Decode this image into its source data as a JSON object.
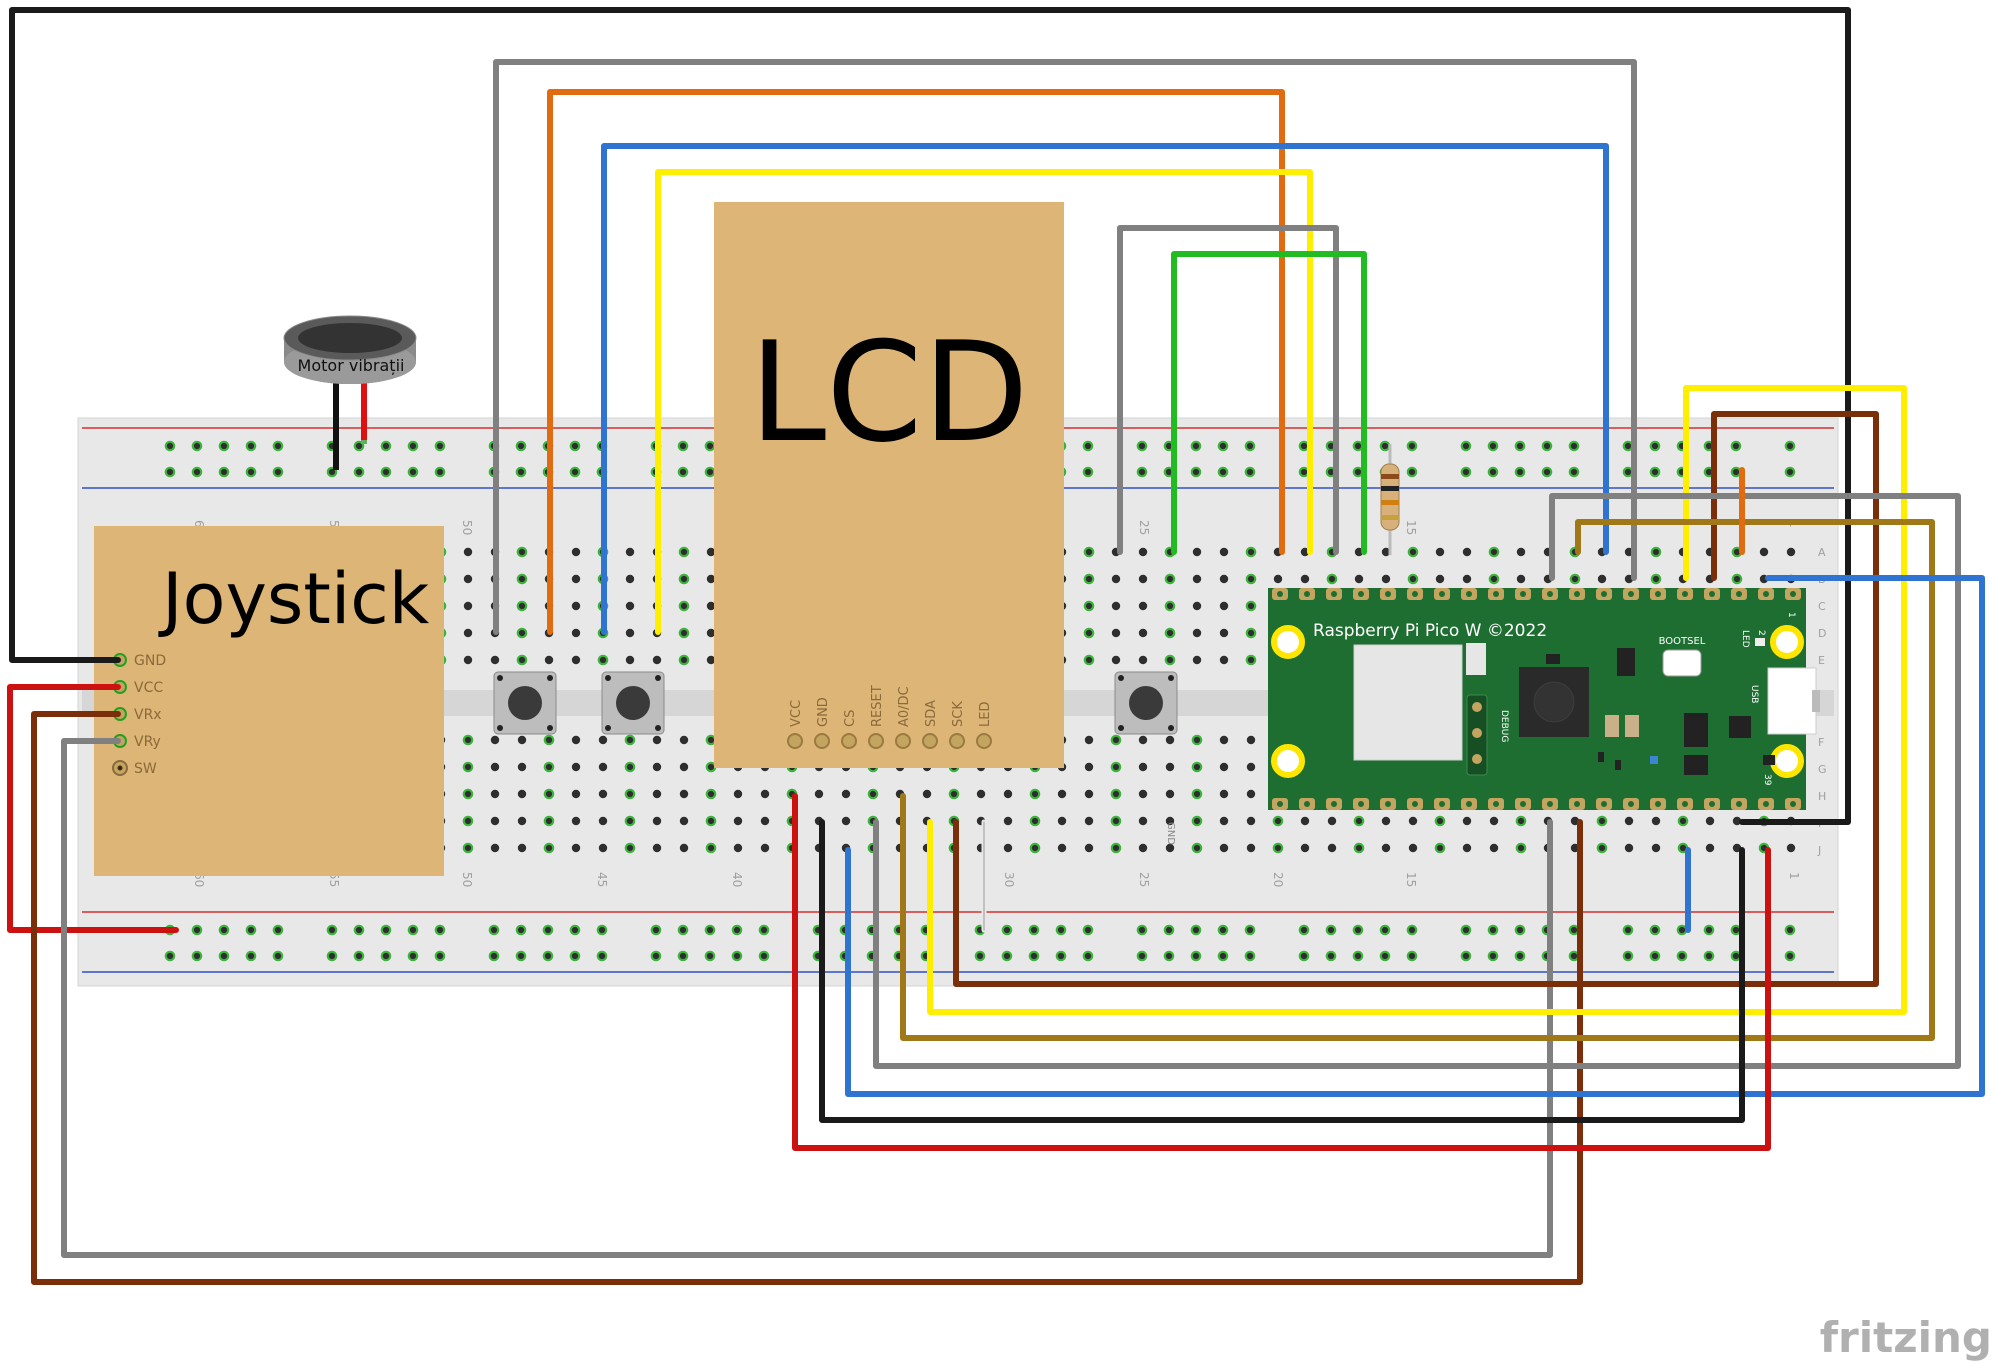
{
  "lcd": {
    "title": "LCD",
    "pins": [
      "VCC",
      "GND",
      "CS",
      "RESET",
      "A0/DC",
      "SDA",
      "SCK",
      "LED"
    ]
  },
  "joystick": {
    "title": "Joystick",
    "pins": [
      "GND",
      "VCC",
      "VRx",
      "VRy",
      "SW"
    ]
  },
  "motor": {
    "label": "Motor vibrații"
  },
  "pico": {
    "title": "Raspberry Pi Pico W ©2022",
    "bootsel": "BOOTSEL",
    "debug": "DEBUG",
    "usb": "USB",
    "led": "LED",
    "pin_top": "2",
    "pin_top2": "1",
    "pin_bottom": "39"
  },
  "breadboard": {
    "top_numbers": [
      "60",
      "55",
      "50",
      "25",
      "15",
      "1"
    ],
    "bottom_numbers": [
      "60",
      "55",
      "50",
      "45",
      "40",
      "30",
      "25",
      "20",
      "15",
      "1"
    ],
    "row_letters_right": [
      "A",
      "B",
      "C",
      "D",
      "E",
      "F",
      "G",
      "H",
      "I",
      "J"
    ],
    "gnd_label": "GND"
  },
  "watermark": "fritzing",
  "colors": {
    "black": "#1a1a1a",
    "red": "#cc1111",
    "gray": "#808080",
    "orange": "#e06b10",
    "blue": "#2f74d0",
    "yellow": "#ffee00",
    "green": "#22bb22",
    "brown": "#7a2e0a",
    "ochre": "#a07818",
    "module_tan": "#ddb577",
    "pico_green": "#1e6e32"
  }
}
